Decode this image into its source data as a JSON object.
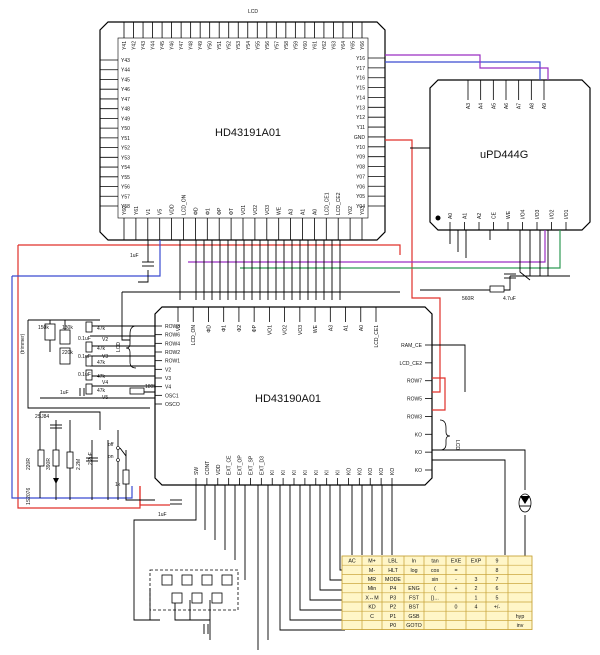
{
  "lcd_label": "LCD",
  "chips": {
    "hd43191": {
      "name": "HD43191A01",
      "top_pins": [
        "Y41",
        "Y42",
        "Y43",
        "Y44",
        "Y45",
        "Y46",
        "Y47",
        "Y48",
        "Y49",
        "Y50",
        "Y51",
        "Y52",
        "Y53",
        "Y54",
        "Y55",
        "Y56",
        "Y57",
        "Y58",
        "Y59",
        "Y60",
        "Y61",
        "Y62",
        "Y63",
        "Y64",
        "Y65",
        "Y66"
      ],
      "left_pins": [
        "Y43",
        "Y44",
        "Y45",
        "Y46",
        "Y47",
        "Y48",
        "Y49",
        "Y50",
        "Y51",
        "Y52",
        "Y53",
        "Y54",
        "Y55",
        "Y56",
        "Y57",
        "Y58"
      ],
      "right_pins": [
        "Y16",
        "Y17",
        "Y16",
        "Y15",
        "Y14",
        "Y13",
        "Y12",
        "Y11",
        "GND",
        "Y10",
        "Y09",
        "Y08",
        "Y07",
        "Y06",
        "Y05",
        "Y04"
      ],
      "bottom_pins": [
        "Y60",
        "Y61",
        "V1",
        "V5",
        "VDD",
        "LCD_ON",
        "ΦD",
        "Φ1",
        "ΦP",
        "ΦT",
        "VO1",
        "VO2",
        "VO3",
        "WE",
        "A3",
        "A1",
        "A0",
        "LCD_CE1",
        "LCD_CE2",
        "Y02",
        "Y03"
      ]
    },
    "upd444": {
      "name": "uPD444G",
      "top_pins": [
        "A3",
        "A4",
        "A5",
        "A6",
        "A7",
        "A8",
        "A9"
      ],
      "bottom_pins": [
        "A0",
        "A1",
        "A2",
        "CE",
        "WE",
        "I/O4",
        "I/O3",
        "I/O2",
        "I/O1"
      ]
    },
    "hd43190": {
      "name": "HD43190A01",
      "top_pins": [
        "V5",
        "LCD_ON",
        "ΦD",
        "Φ1",
        "Φ2",
        "ΦP",
        "VO1",
        "VO2",
        "VO3",
        "WE",
        "A3",
        "A1",
        "A0",
        "LCD_CE1"
      ],
      "left_pins": [
        "ROW8",
        "ROW6",
        "ROW4",
        "ROW2",
        "ROW1",
        "V2",
        "V3",
        "V4",
        "OSC1",
        "OSCO"
      ],
      "right_pins": [
        "RAM_CE",
        "LCD_CE2",
        "ROW7",
        "ROW5",
        "ROW3",
        "KO",
        "KO",
        "KO"
      ],
      "bottom_pins": [
        "SW",
        "CONT",
        "VDD",
        "EXT_CE",
        "EXT_OP",
        "EXT_SP",
        "EXT_D3",
        "KI",
        "KI",
        "KI",
        "KI",
        "KI",
        "KI",
        "KI",
        "KO",
        "KO",
        "KO",
        "KO",
        "KO"
      ]
    }
  },
  "labels": {
    "lcd_left": "LCD",
    "lcd_right": "LCD",
    "r_150k": "150k",
    "r_130k": "130k",
    "r_220k": "220k",
    "r_47k_1": "47k",
    "r_47k_2": "47k",
    "r_47k_3": "47k",
    "r_47k_4": "47k",
    "r_47k_5": "47k",
    "r_180k": "180k",
    "c_01uf_1": "0.1uF",
    "c_01uf_2": "0.1uF",
    "c_01uf_3": "0.1uF",
    "c_1uf_left": "1uF",
    "c_1uf_top": "1uF",
    "c_1uf_bottom": "1uF",
    "r_560": "560R",
    "c_47uf": "4.7uF",
    "trimmer": "(trimmer)",
    "transistor": "2SJ84",
    "r_220r": "220R",
    "r_390r": "390R",
    "d_1s2076": "1S2076",
    "r_22m": "2.2M",
    "c_22uf": "2.2uF",
    "sw_off": "off",
    "sw_on": "on",
    "r_1k": "1k",
    "v2": "V2",
    "v3": "V3",
    "v4": "V4",
    "v5": "V5"
  },
  "keypad": [
    [
      "AC",
      "M+",
      "LBL",
      "ln",
      "tan",
      "EXE",
      "EXP",
      "9",
      ""
    ],
    [
      "",
      "M-",
      "HLT",
      "log",
      "cos",
      "=",
      "",
      "8",
      ""
    ],
    [
      "",
      "MR",
      "MODE",
      "",
      "sin",
      "-",
      "3",
      "7",
      ""
    ],
    [
      "",
      "Min",
      "P4",
      "ENG",
      "(",
      "+",
      "2",
      "6",
      ""
    ],
    [
      "",
      "X↔M",
      "P3",
      "FST",
      "[)...",
      "",
      "1",
      "5",
      ""
    ],
    [
      "",
      "KD",
      "P2",
      "BST",
      "",
      "0",
      "4",
      "+/-",
      ""
    ],
    [
      "",
      "C",
      "P1",
      "GSB",
      "",
      "",
      "",
      "",
      "hyp"
    ],
    [
      "",
      "",
      "P0",
      "GOTO",
      "",
      "",
      "",
      "",
      "inv"
    ]
  ]
}
